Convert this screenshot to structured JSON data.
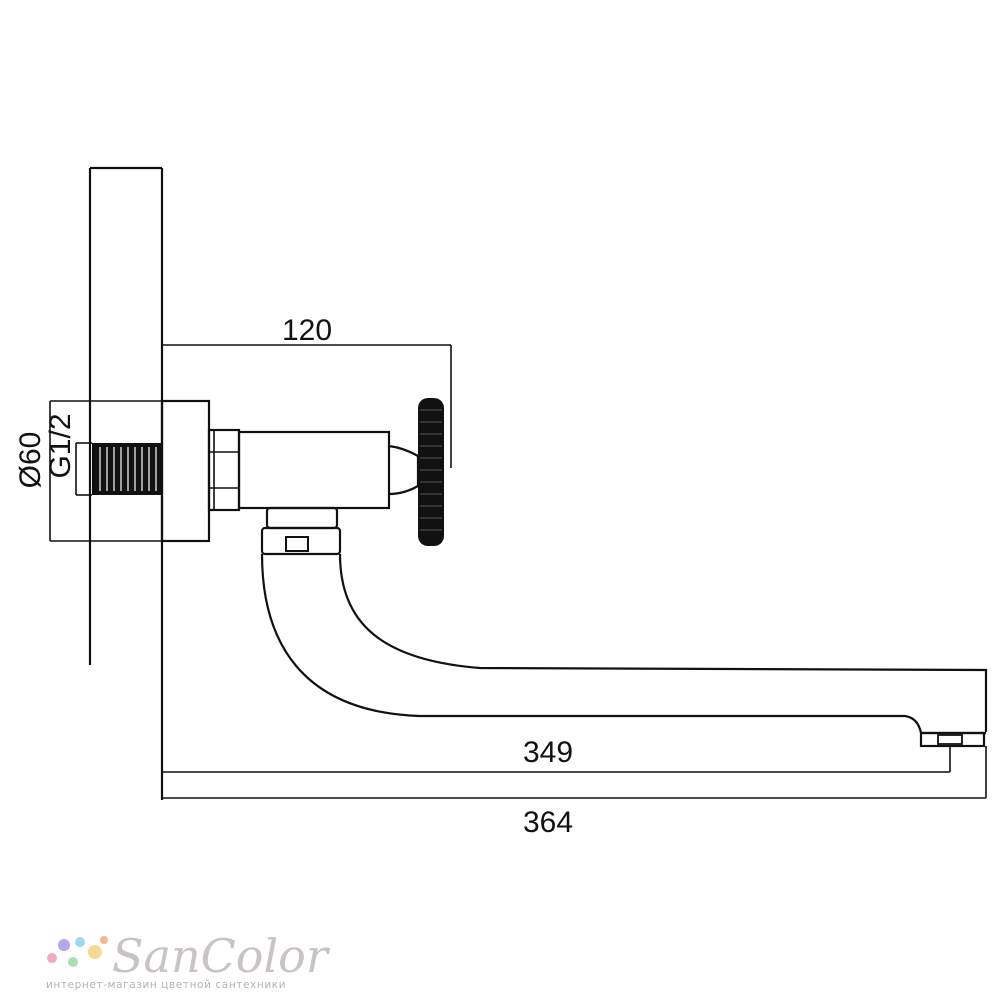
{
  "dimensions": {
    "handle_reach": "120",
    "spout_to_outlet": "349",
    "overall_length": "364",
    "flange_diameter": "Ø60",
    "thread_size": "G1/2"
  },
  "watermark": {
    "brand": "SanColor",
    "tagline": "интернет-магазин цветной сантехники",
    "dot_colors": [
      "#f2a7c4",
      "#b9a6e8",
      "#9fd6f0",
      "#f5d98f",
      "#a6e0b0",
      "#f5b78f"
    ]
  },
  "colors": {
    "line": "#111111",
    "fill_dark": "#111111",
    "watermark": "#c9c3c3"
  }
}
